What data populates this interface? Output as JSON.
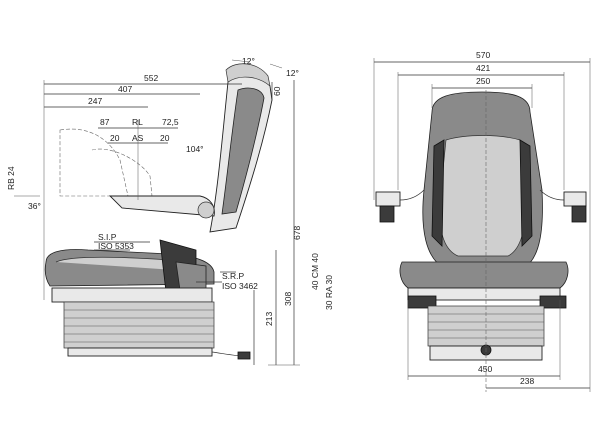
{
  "side_view": {
    "width_552": "552",
    "width_407": "407",
    "width_247": "247",
    "rl_range_87": "87",
    "rl_label": "RL",
    "rl_range_725": "72,5",
    "as_left_20": "20",
    "as_label": "AS",
    "as_right_20": "20",
    "angle_12_a": "12°",
    "angle_12_b": "12°",
    "angle_104": "104°",
    "angle_36": "36°",
    "rb_label": "RB 24",
    "height_60": "60",
    "height_678": "678",
    "height_308": "308",
    "height_213": "213",
    "cm_label": "40  CM  40",
    "ra_label": "30  RA  30",
    "sip_label": "S.I.P",
    "sip_iso": "ISO 5353",
    "srp_label": "S.R.P",
    "srp_iso": "ISO 3462"
  },
  "front_view": {
    "width_570": "570",
    "width_421": "421",
    "width_250": "250",
    "width_450": "450",
    "width_238": "238"
  }
}
